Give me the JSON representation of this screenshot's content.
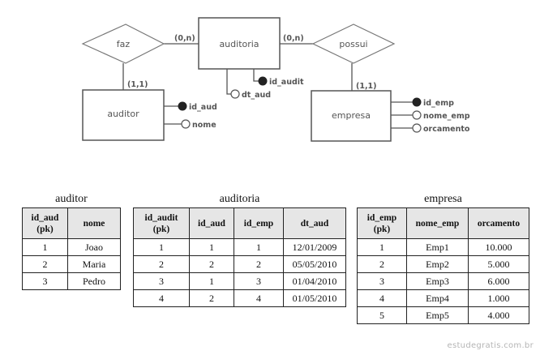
{
  "er_diagram": {
    "entities": {
      "auditoria": "auditoria",
      "auditor": "auditor",
      "empresa": "empresa"
    },
    "relationships": {
      "faz": "faz",
      "possui": "possui"
    },
    "cardinalities": {
      "faz_auditoria": "(0,n)",
      "faz_auditor": "(1,1)",
      "possui_auditoria": "(0,n)",
      "possui_empresa": "(1,1)"
    },
    "attributes": {
      "auditoria": [
        {
          "name": "id_audit",
          "key": true
        },
        {
          "name": "dt_aud",
          "key": false
        }
      ],
      "auditor": [
        {
          "name": "id_aud",
          "key": true
        },
        {
          "name": "nome",
          "key": false
        }
      ],
      "empresa": [
        {
          "name": "id_emp",
          "key": true
        },
        {
          "name": "nome_emp",
          "key": false
        },
        {
          "name": "orcamento",
          "key": false
        }
      ]
    }
  },
  "tables": {
    "auditor": {
      "title": "auditor",
      "headers": [
        [
          "id_aud",
          "(pk)"
        ],
        [
          "nome"
        ]
      ],
      "rows": [
        [
          "1",
          "Joao"
        ],
        [
          "2",
          "Maria"
        ],
        [
          "3",
          "Pedro"
        ]
      ]
    },
    "auditoria": {
      "title": "auditoria",
      "headers": [
        [
          "id_audit",
          "(pk)"
        ],
        [
          "id_aud"
        ],
        [
          "id_emp"
        ],
        [
          "dt_aud"
        ]
      ],
      "rows": [
        [
          "1",
          "1",
          "1",
          "12/01/2009"
        ],
        [
          "2",
          "2",
          "2",
          "05/05/2010"
        ],
        [
          "3",
          "1",
          "3",
          "01/04/2010"
        ],
        [
          "4",
          "2",
          "4",
          "01/05/2010"
        ]
      ]
    },
    "empresa": {
      "title": "empresa",
      "headers": [
        [
          "id_emp",
          "(pk)"
        ],
        [
          "nome_emp"
        ],
        [
          "orcamento"
        ]
      ],
      "rows": [
        [
          "1",
          "Emp1",
          "10.000"
        ],
        [
          "2",
          "Emp2",
          "5.000"
        ],
        [
          "3",
          "Emp3",
          "6.000"
        ],
        [
          "4",
          "Emp4",
          "1.000"
        ],
        [
          "5",
          "Emp5",
          "4.000"
        ]
      ]
    }
  },
  "watermark": "estudegratis.com.br"
}
